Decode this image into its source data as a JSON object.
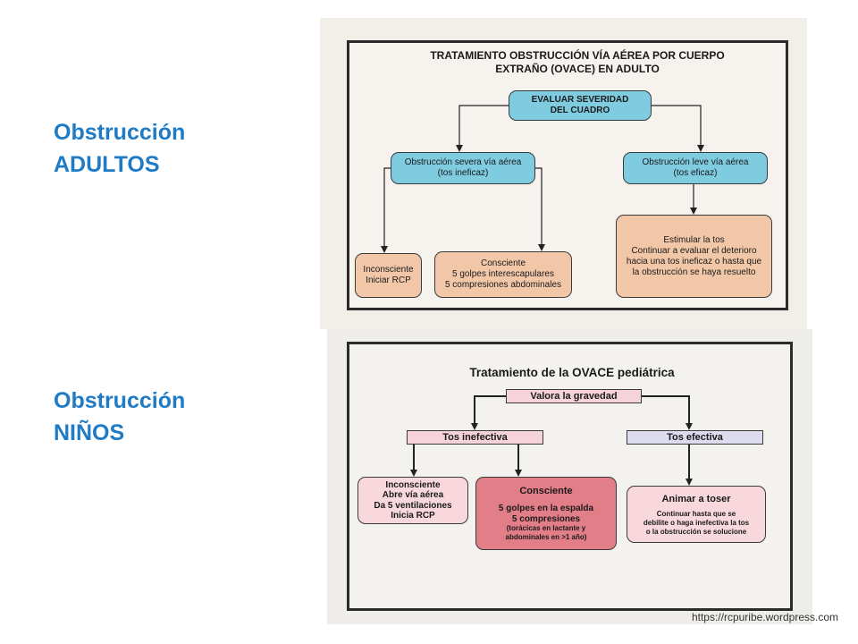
{
  "labels": {
    "adultos": [
      "Obstrucción",
      "ADULTOS"
    ],
    "ninos": [
      "Obstrucción",
      "NIÑOS"
    ]
  },
  "adult_flow": {
    "title": [
      "TRATAMIENTO OBSTRUCCIÓN VÍA AÉREA POR CUERPO",
      "EXTRAÑO (OVACE) EN ADULTO"
    ],
    "evaluar": [
      "EVALUAR SEVERIDAD",
      "DEL CUADRO"
    ],
    "severa": [
      "Obstrucción severa vía aérea",
      "(tos ineficaz)"
    ],
    "leve": [
      "Obstrucción leve vía aérea",
      "(tos eficaz)"
    ],
    "inconsciente": [
      "Inconsciente",
      "Iniciar RCP"
    ],
    "consciente": [
      "Consciente",
      "5 golpes interescapulares",
      "5 compresiones abdominales"
    ],
    "estimular": [
      "Estimular la tos",
      "Continuar a evaluar el deterioro",
      "hacia una tos ineficaz o hasta que",
      "la obstrucción se haya resuelto"
    ]
  },
  "pediatric_flow": {
    "title": "Tratamiento de la OVACE pediátrica",
    "valora": "Valora la gravedad",
    "inefectiva": "Tos inefectiva",
    "efectiva": "Tos efectiva",
    "inconsciente": [
      "Inconsciente",
      "Abre vía aérea",
      "Da 5 ventilaciones",
      "Inicia RCP"
    ],
    "consciente_title": "Consciente",
    "consciente_body": [
      "5 golpes en la espalda",
      "5 compresiones"
    ],
    "consciente_note": [
      "(torácicas en lactante y",
      "abdominales en >1 año)"
    ],
    "animar_title": "Animar a toser",
    "animar_body": [
      "Continuar hasta que se",
      "debilite o haga inefectiva la tos",
      "o la obstrucción se solucione"
    ]
  },
  "source": "https://rcpuribe.wordpress.com",
  "colors": {
    "label_blue": "#1f7bc6",
    "box_blue": "#7fcbe0",
    "box_peach": "#f2c7a8",
    "box_pink": "#f8d8dc",
    "box_red": "#e27e88",
    "tag_lavender": "#dcdcee"
  }
}
